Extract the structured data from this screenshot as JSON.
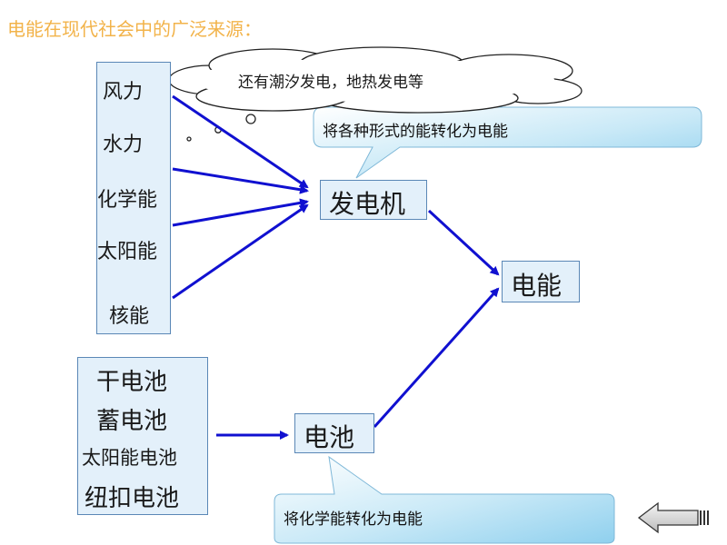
{
  "title": "电能在现代社会中的广泛来源：",
  "cloud_note": "还有潮汐发电，地热发电等",
  "sources": [
    "风力",
    "水力",
    "化学能",
    "太阳能",
    "核能"
  ],
  "battery_types": [
    "干电池",
    "蓄电池",
    "太阳能电池",
    "纽扣电池"
  ],
  "nodes": {
    "generator": "发电机",
    "electric_energy": "电能",
    "battery": "电池"
  },
  "callouts": {
    "generator": "将各种形式的能转化为电能",
    "battery": "将化学能转化为电能"
  },
  "colors": {
    "title": "#f2b34a",
    "arrow": "#1010d0",
    "box_fill": "#e3f0fa",
    "box_border": "#5a87b6",
    "callout_fill": "#bfe3f5"
  },
  "icons": {
    "nav": "back-arrow-icon"
  }
}
